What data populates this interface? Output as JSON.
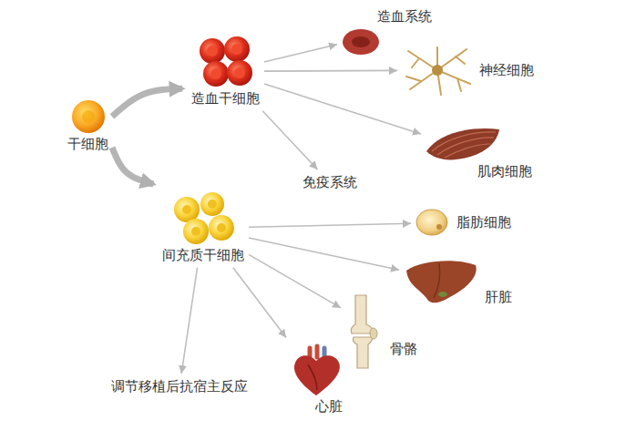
{
  "diagram": {
    "nodes": [
      {
        "text": [
          "干细胞"
        ]
      },
      {
        "text": [
          "造血干细胞"
        ]
      },
      {
        "text": [
          "造血系统"
        ]
      },
      {
        "text": [
          "神经细胞"
        ]
      },
      {
        "text": [
          "肌肉细胞"
        ]
      },
      {
        "text": [
          "免疫系统"
        ]
      },
      {
        "text": [
          "间充质干细胞"
        ]
      },
      {
        "text": [
          "脂肪细胞"
        ]
      },
      {
        "text": [
          "肝脏"
        ]
      },
      {
        "text": [
          "骨骼"
        ]
      },
      {
        "text": [
          "心脏"
        ]
      },
      {
        "text": [
          "调节移植后抗宿主反应"
        ]
      }
    ],
    "edges": [
      {
        "from": 0,
        "to": 1,
        "arrow": "to"
      },
      {
        "from": 0,
        "to": 6,
        "arrow": "to"
      },
      {
        "from": 1,
        "to": 2,
        "arrow": "to"
      },
      {
        "from": 1,
        "to": 3,
        "arrow": "to"
      },
      {
        "from": 1,
        "to": 4,
        "arrow": "to"
      },
      {
        "from": 1,
        "to": 5,
        "arrow": "to"
      },
      {
        "from": 6,
        "to": 7,
        "arrow": "to"
      },
      {
        "from": 6,
        "to": 8,
        "arrow": "to"
      },
      {
        "from": 6,
        "to": 9,
        "arrow": "to"
      },
      {
        "from": 6,
        "to": 10,
        "arrow": "to"
      },
      {
        "from": 6,
        "to": 11,
        "arrow": "to"
      }
    ]
  }
}
